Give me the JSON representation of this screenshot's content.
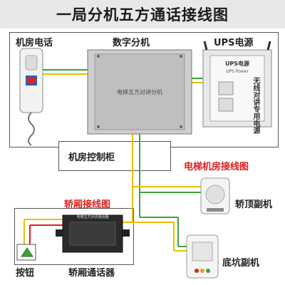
{
  "title": "一局分机五方通话接线图",
  "labels": {
    "machine_room_phone": "机房电话",
    "digital_extension": "数字分机",
    "ups_power": "UPS电源",
    "control_cabinet": "机房控制柜",
    "elevator_room_wiring": "电梯机房接线图",
    "car_wiring": "轿厢接线图",
    "car_top_extension": "轿顶副机",
    "pit_extension": "底坑副机",
    "button": "按钮",
    "car_intercom": "轿厢通话器"
  },
  "device_text": {
    "extension_panel": "电梯五方对讲分机",
    "ups_panel_title": "UPS电源",
    "ups_panel_sub": "UPS Power",
    "ups_panel_vertical": "无线对讲专用电源",
    "intercom_panel": "电梯五方对讲通话器"
  },
  "colors": {
    "wire_green": "#3ca23c",
    "wire_yellow": "#e8c000",
    "wire_red": "#e02020",
    "accent_red": "#e02020",
    "banner_bg": "#e8e8e8"
  }
}
